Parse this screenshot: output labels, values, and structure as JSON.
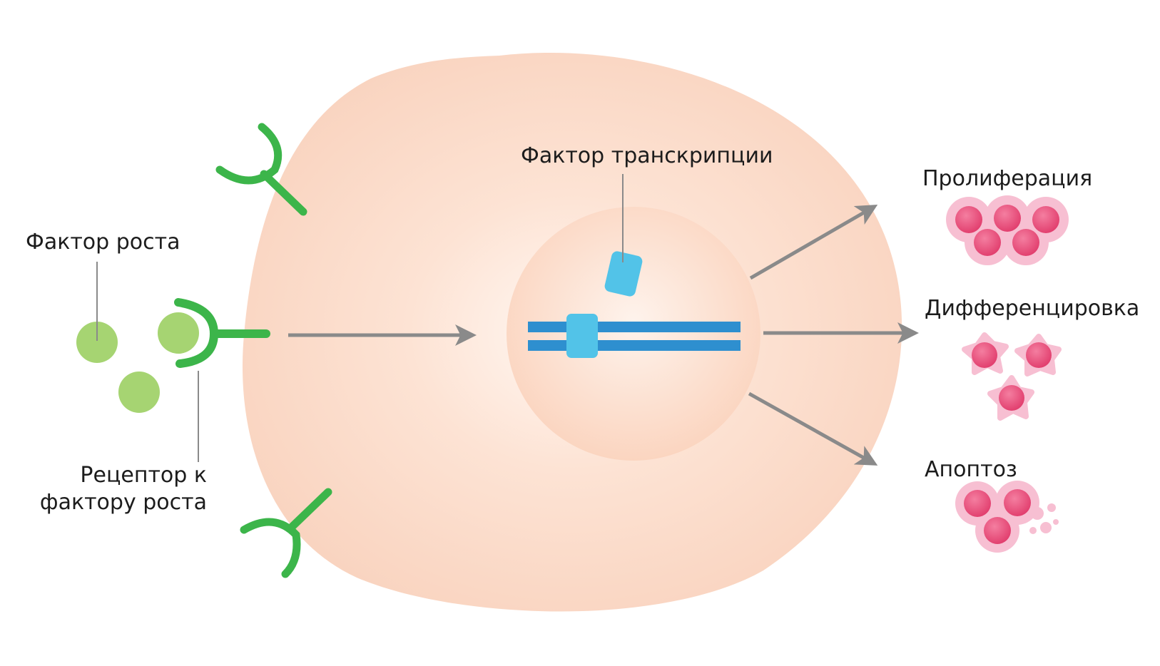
{
  "labels": {
    "growth_factor": "Фактор роста",
    "receptor_line1": "Рецептор к",
    "receptor_line2": "фактору роста",
    "transcription_factor": "Фактор транскрипции",
    "proliferation": "Пролиферация",
    "differentiation": "Дифференцировка",
    "apoptosis": "Апоптоз"
  },
  "colors": {
    "cell_fill": "#f9d6c4",
    "cell_center": "#fdf0e9",
    "nucleus_fill": "#fbd9c6",
    "receptor_green": "#3cb54a",
    "growth_factor_green": "#a6d472",
    "dna_blue": "#2e8fcf",
    "tf_blue": "#52c3e8",
    "arrow_gray": "#8a8a8a",
    "cell_pink": "#e94b7c",
    "cell_pink_halo": "#f7bfd2",
    "text": "#1c1c1c"
  }
}
